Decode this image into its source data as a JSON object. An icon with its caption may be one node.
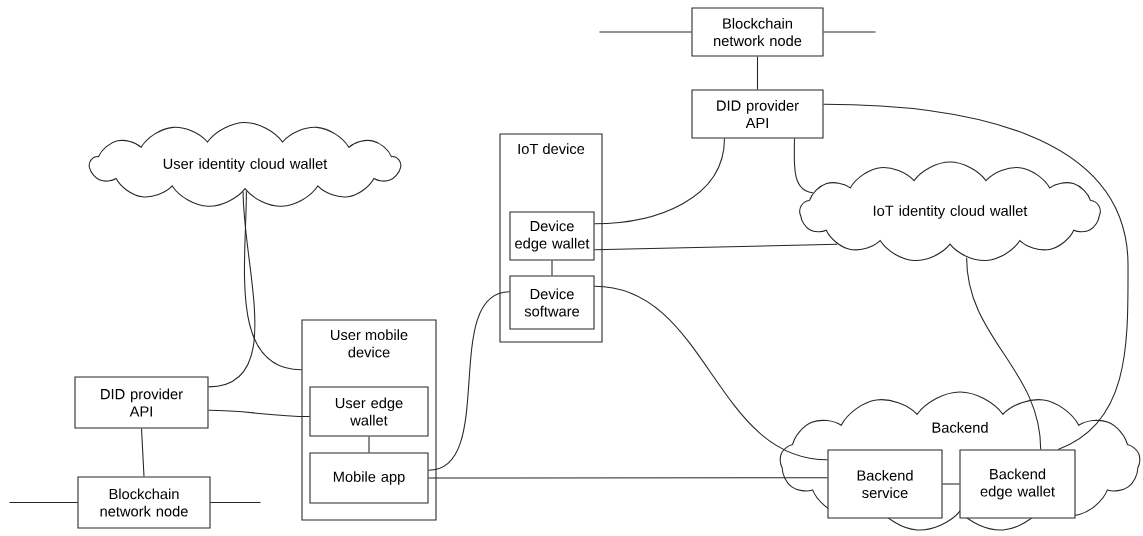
{
  "diagram": {
    "nodes": [
      {
        "text": [
          "User identity cloud wallet"
        ]
      },
      {
        "text": [
          "DID provider API"
        ]
      },
      {
        "text": [
          "Blockchain network node"
        ]
      },
      {
        "text": [
          "User mobile device"
        ]
      },
      {
        "text": [
          "User edge wallet"
        ],
        "in": 3
      },
      {
        "text": [
          "Mobile app"
        ],
        "in": 3
      },
      {
        "text": [
          "IoT device"
        ]
      },
      {
        "text": [
          "Device edge wallet"
        ],
        "in": 6
      },
      {
        "text": [
          "Device software"
        ],
        "in": 6
      },
      {
        "text": [
          "Blockchain network node"
        ]
      },
      {
        "text": [
          "DID provider API"
        ]
      },
      {
        "text": [
          "IoT identity cloud wallet"
        ]
      },
      {
        "text": [
          "Backend"
        ]
      },
      {
        "text": [
          "Backend service"
        ],
        "in": 12
      },
      {
        "text": [
          "Backend edge wallet"
        ],
        "in": 12
      }
    ],
    "edges": [
      {
        "from": 0,
        "to": 1,
        "arrow": "none"
      },
      {
        "from": 0,
        "to": 3,
        "arrow": "none"
      },
      {
        "from": 1,
        "to": 4,
        "arrow": "none"
      },
      {
        "from": 1,
        "to": 2,
        "arrow": "none"
      },
      {
        "from": 4,
        "to": 5,
        "arrow": "none"
      },
      {
        "from": 5,
        "to": 8,
        "arrow": "none"
      },
      {
        "from": 5,
        "to": 13,
        "arrow": "none"
      },
      {
        "from": 10,
        "to": 9,
        "arrow": "none"
      },
      {
        "from": 10,
        "to": 7,
        "arrow": "none"
      },
      {
        "from": 10,
        "to": 11,
        "arrow": "none"
      },
      {
        "from": 10,
        "to": 14,
        "arrow": "none"
      },
      {
        "from": 7,
        "to": 11,
        "arrow": "none"
      },
      {
        "from": 7,
        "to": 8,
        "arrow": "none"
      },
      {
        "from": 8,
        "to": 13,
        "arrow": "none"
      },
      {
        "from": 11,
        "to": 14,
        "arrow": "none"
      },
      {
        "from": 13,
        "to": 14,
        "arrow": "none"
      }
    ]
  }
}
